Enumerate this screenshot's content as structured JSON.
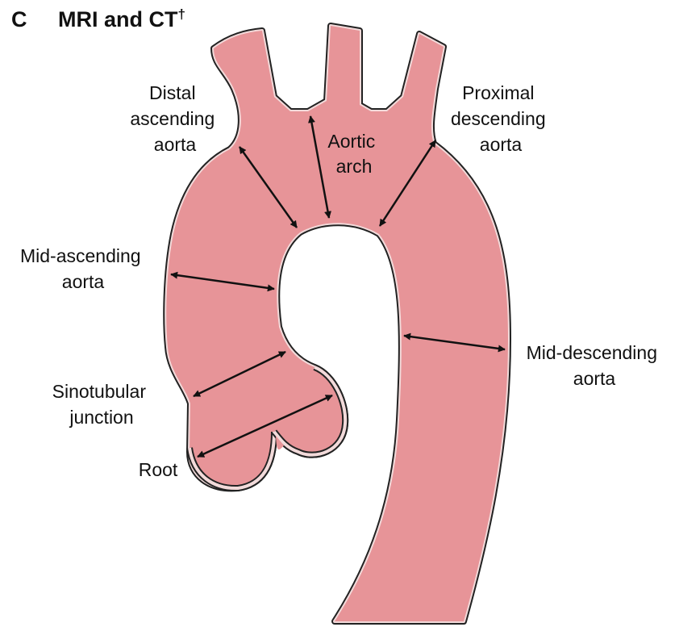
{
  "header": {
    "panel_letter": "C",
    "title": "MRI and CT",
    "title_mark": "†"
  },
  "colors": {
    "vessel_fill": "#e79498",
    "vessel_wall": "#f2dada",
    "outline": "#222222",
    "arrow": "#111111"
  },
  "labels": {
    "distal_ascending": [
      "Distal",
      "ascending",
      "aorta"
    ],
    "aortic_arch": [
      "Aortic",
      "arch"
    ],
    "proximal_descending": [
      "Proximal",
      "descending",
      "aorta"
    ],
    "mid_ascending": [
      "Mid-ascending",
      "aorta"
    ],
    "mid_descending": [
      "Mid-descending",
      "aorta"
    ],
    "sinotubular": [
      "Sinotubular",
      "junction"
    ],
    "root": [
      "Root"
    ]
  }
}
